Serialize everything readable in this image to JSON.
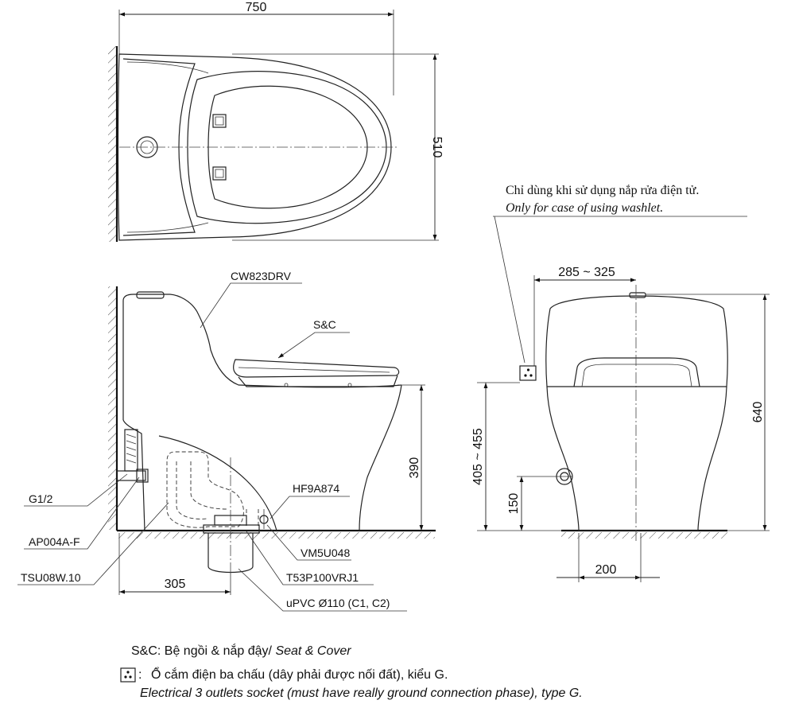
{
  "dimensions": {
    "top_width": "750",
    "top_depth": "510",
    "wall_to_center": "305",
    "seat_height": "390",
    "outlet_spacing": "285 ~ 325",
    "socket_height": "405 ~ 455",
    "supply_height": "150",
    "total_height": "640",
    "base_width": "200"
  },
  "parts": {
    "body": "CW823DRV",
    "seat": "S&C",
    "supply": "G1/2",
    "valve": "AP004A-F",
    "hose": "TSU08W.10",
    "flange": "HF9A874",
    "bolt": "VM5U048",
    "pipe_adapter": "T53P100VRJ1",
    "drain_pipe": "uPVC Ø110 (C1, C2)"
  },
  "notes": {
    "washlet_vi": "Chỉ dùng khi sử dụng nắp rửa điện tử.",
    "washlet_en": "Only for case of using washlet.",
    "sc_vi": "S&C: Bệ ngồi & nắp đậy/ ",
    "sc_en": "Seat & Cover",
    "socket_prefix": ":",
    "socket_vi": "Ổ cắm điện ba chấu (dây phải được nối đất), kiểu G.",
    "socket_en": "Electrical 3 outlets socket (must have really ground connection phase), type G."
  },
  "icons": {
    "socket": "three-pin-socket-icon"
  }
}
